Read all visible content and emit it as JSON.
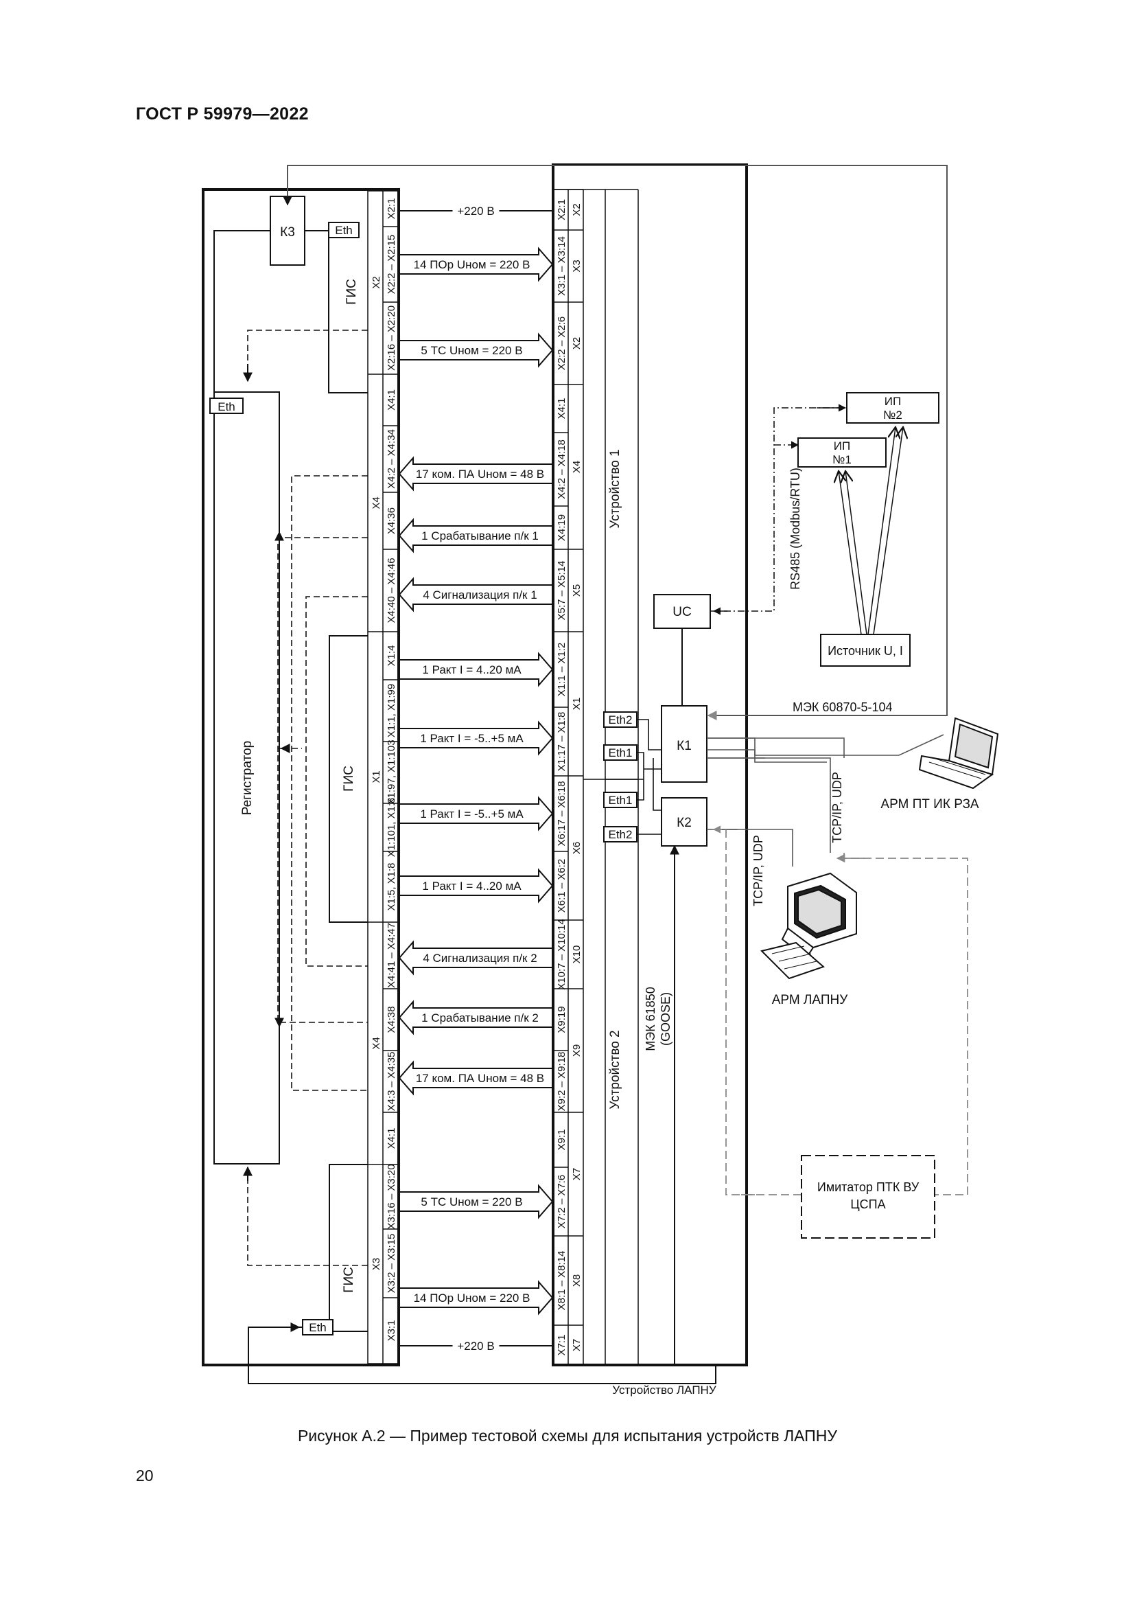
{
  "header": {
    "standard": "ГОСТ Р 59979—2022"
  },
  "blocks": {
    "k3": "К3",
    "eth": "Eth",
    "gis": "ГИС",
    "registrator": "Регистратор",
    "device1": "Устройство 1",
    "device2": "Устройство 2",
    "device_lapnu": "Устройство ЛАПНУ",
    "uc": "UC",
    "k1": "К1",
    "k2": "К2",
    "eth1": "Eth1",
    "eth2": "Eth2",
    "ip1": [
      "ИП",
      "№1"
    ],
    "ip2": [
      "ИП",
      "№2"
    ],
    "source_ui": "Источник U, I",
    "arm_pt": "АРМ ПТ ИК РЗА",
    "arm_lapnu": "АРМ ЛАПНУ",
    "imitator": [
      "Имитатор ПТК ВУ",
      "ЦСПА"
    ]
  },
  "protocols": {
    "iec104": "МЭК 60870-5-104",
    "rs485": "RS485 (Modbus/RTU)",
    "tcpip_1": "TCP/IP, UDP",
    "tcpip_2": "TCP/IP, UDP",
    "iec61850": [
      "МЭК 61850",
      "(GOOSE)"
    ]
  },
  "signals": [
    {
      "label": "+220 В",
      "dir": "line"
    },
    {
      "label": "14 ПОр Uном = 220 В",
      "dir": "right"
    },
    {
      "label": "5 ТС Uном = 220 В",
      "dir": "right"
    },
    {
      "label": "17 ком. ПА Uном = 48 В",
      "dir": "left"
    },
    {
      "label": "1 Срабатывание п/к 1",
      "dir": "left"
    },
    {
      "label": "4 Сигнализация п/к 1",
      "dir": "left"
    },
    {
      "label": "1 Ракт I = 4..20 мА",
      "dir": "right"
    },
    {
      "label": "1 Ракт I = -5..+5 мА",
      "dir": "right"
    },
    {
      "label": "1 Ракт I = -5..+5 мА",
      "dir": "right"
    },
    {
      "label": "1 Ракт I = 4..20 мА",
      "dir": "right"
    },
    {
      "label": "4 Сигнализация п/к 2",
      "dir": "left"
    },
    {
      "label": "1 Срабатывание п/к 2",
      "dir": "left"
    },
    {
      "label": "17 ком. ПА Uном = 48 В",
      "dir": "left"
    },
    {
      "label": "5 ТС Uном = 220 В",
      "dir": "right"
    },
    {
      "label": "14 ПОр Uном = 220 В",
      "dir": "right"
    },
    {
      "label": "+220 В",
      "dir": "line"
    }
  ],
  "left_terminals": {
    "col1": [
      "X2:1",
      "X2:2 – X2:15",
      "X2:16 – X2:20",
      "X4:1",
      "X4:2 – X4:34",
      "X4:36",
      "X4:40 – X4:46",
      "X1:4",
      "X1:1, X1:99",
      "X1:97, X1:103",
      "X1:101, X1:8",
      "X1:5, X1:8",
      "X4:41 – X4:47",
      "X4:38",
      "X4:3 – X4:35",
      "X4:1",
      "X3:16 – X3:20",
      "X3:2 – X3:15",
      "X3:1"
    ],
    "col2": [
      "X2",
      "X4",
      "X1",
      "X4",
      "X3"
    ]
  },
  "right_terminals": {
    "col1": [
      "X2:1",
      "X3:1 – X3:14",
      "X2:2 – X2:6",
      "X4:1",
      "X4:2 – X4:18",
      "X4:19",
      "X5:7 – X5:14",
      "X1:1 – X1:2",
      "X1:17 – X1:8",
      "X6:17 – X6:18",
      "X6:1 – X6:2",
      "X10:7 – X10:14",
      "X9:19",
      "X9:2 – X9:18",
      "X9:1",
      "X7:2 – X7:6",
      "X8:1 – X8:14",
      "X7:1"
    ],
    "col2": [
      "X2",
      "X3",
      "X2",
      "X4",
      "X5",
      "X1",
      "X6",
      "X10",
      "X9",
      "X7",
      "X8",
      "X7"
    ]
  },
  "caption": "Рисунок А.2 — Пример тестовой схемы для испытания устройств ЛАПНУ",
  "page_number": "20"
}
